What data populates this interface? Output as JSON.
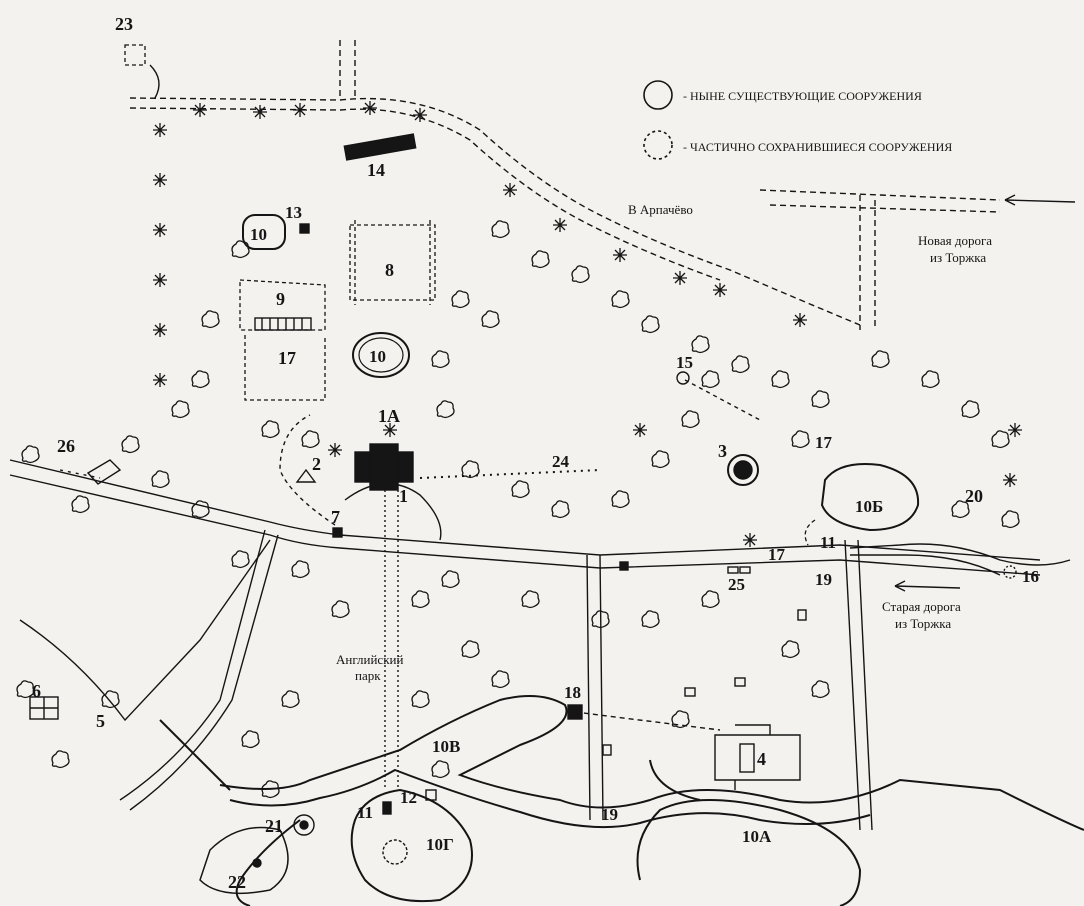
{
  "legend": {
    "existing": "- НЫНЕ СУЩЕСТВУЮЩИЕ СООРУЖЕНИЯ",
    "partial": "- ЧАСТИЧНО СОХРАНИВШИЕСЯ СООРУЖЕНИЯ"
  },
  "roads": {
    "arpachevo": "В Арпачёво",
    "new_road_1": "Новая дорога",
    "new_road_2": "из Торжка",
    "old_road_1": "Старая дорога",
    "old_road_2": "из Торжка"
  },
  "areas": {
    "english_park_1": "Английский",
    "english_park_2": "парк"
  },
  "numbers": {
    "n1": "1",
    "n1a": "1А",
    "n2": "2",
    "n3": "3",
    "n4": "4",
    "n5": "5",
    "n6": "6",
    "n7": "7",
    "n8": "8",
    "n9": "9",
    "n10_top": "10",
    "n10_center": "10",
    "n10a": "10А",
    "n10b": "10Б",
    "n10v": "10В",
    "n10g": "10Г",
    "n11_right": "11",
    "n11_bottom": "11",
    "n12": "12",
    "n13": "13",
    "n14": "14",
    "n15": "15",
    "n16": "16",
    "n17_left": "17",
    "n17_mid": "17",
    "n17_right": "17",
    "n18": "18",
    "n19_mid": "19",
    "n19_bottom": "19",
    "n20": "20",
    "n21": "21",
    "n22": "22",
    "n23": "23",
    "n24": "24",
    "n25": "25",
    "n26": "26"
  },
  "colors": {
    "ink": "#151515",
    "paper": "#f3f2ee"
  }
}
